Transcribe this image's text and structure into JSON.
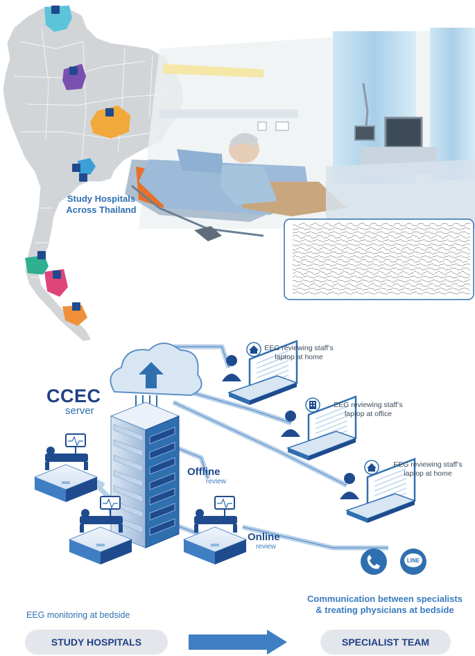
{
  "map": {
    "title": "Study Hospitals Across Thailand",
    "colors": {
      "land": "#d2d5d8",
      "border": "#ffffff",
      "chiangmai": "#5cc4d8",
      "phitsanulok": "#7a4fb0",
      "khonkaen": "#f2a93b",
      "bangkok": "#3b9fd8",
      "suratthani": "#2fb08f",
      "nakhon": "#e0457a",
      "songkhla": "#f0903a"
    }
  },
  "ward": {
    "colors": {
      "curtain": "#a9cfe8",
      "bed": "#9dbbd9",
      "blanket": "#c8a77e",
      "pad": "#e8702a",
      "eeg_frame": "#2f6fb0"
    }
  },
  "server": {
    "name": "CCEC",
    "label": "server"
  },
  "modes": {
    "offline": {
      "label": "Offline",
      "sub": "review"
    },
    "online": {
      "label": "Online",
      "sub": "review"
    }
  },
  "laptops": [
    {
      "line1": "EEG reviewing staff’s",
      "line2": "laptop at home",
      "icon": "home-icon"
    },
    {
      "line1": "EEG reviewing staff’s",
      "line2": "laptop at office",
      "icon": "building-icon"
    },
    {
      "line1": "EEG reviewing staff’s",
      "line2": "laptop at home",
      "icon": "home-icon"
    }
  ],
  "communication": {
    "line1": "Communication between specialists",
    "line2": "& treating physicians at bedside",
    "phone_icon": "phone-icon",
    "line_app": "LINE"
  },
  "bedside_label": "EEG monitoring at bedside",
  "footer": {
    "left": "STUDY HOSPITALS",
    "right": "SPECIALIST TEAM",
    "arrow_color": "#3f7ec2",
    "pill_color": "#e3e6ea"
  },
  "palette": {
    "dark_blue": "#1f3f86",
    "mid_blue": "#2f6fb0",
    "light_blue": "#dbe8f5",
    "line": "#a9c7e6"
  }
}
